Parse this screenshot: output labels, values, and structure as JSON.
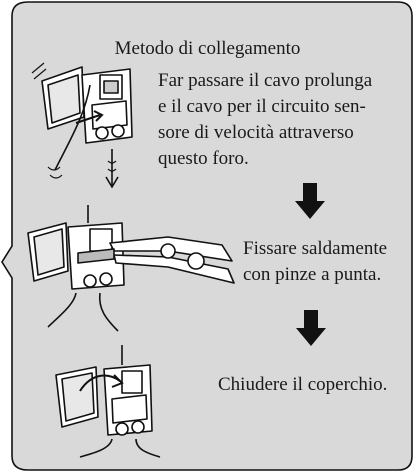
{
  "title": "Metodo di collegamento",
  "steps": [
    {
      "lines": [
        "Far passare il cavo prolunga",
        "e il cavo per il circuito sen-",
        "sore di velocità attraverso",
        "questo foro."
      ]
    },
    {
      "lines": [
        "Fissare saldamente",
        "con pinze a punta."
      ]
    },
    {
      "lines": [
        "Chiudere il coperchio."
      ]
    }
  ],
  "colors": {
    "panel_fill": "#d9d9d9",
    "panel_stroke": "#111111",
    "text": "#1a1a1a"
  },
  "icons": [
    "connector-insert-illustration",
    "pliers-crimp-illustration",
    "close-cover-illustration",
    "down-arrow-icon"
  ]
}
